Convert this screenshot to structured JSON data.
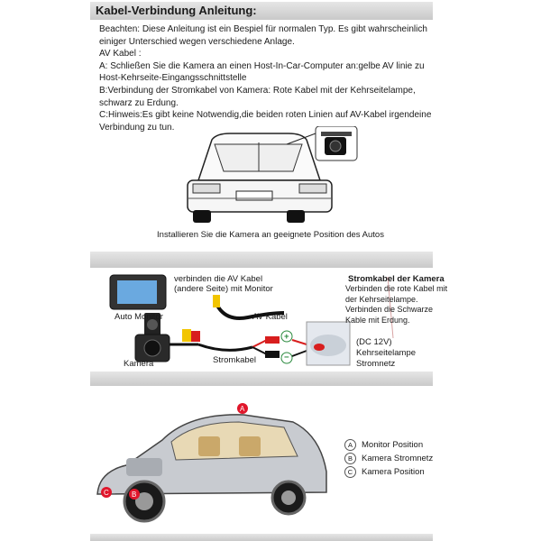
{
  "header": {
    "title": "Kabel-Verbindung Anleitung:"
  },
  "intro": {
    "lines": [
      "Beachten: Diese Anleitung ist ein Bespiel für normalen Typ. Es gibt wahrscheinlich einiger Unterschied wegen verschiedene Anlage.",
      "AV Kabel :",
      "A: Schließen Sie die Kamera an einen Host-In-Car-Computer an:gelbe AV linie zu Host-Kehrseite-Eingangsschnittstelle",
      "B:Verbindung der Stromkabel von Kamera: Rote Kabel mit der Kehrseitelampe, schwarz zu Erdung.",
      "C:Hinweis:Es gibt keine Notwendig,die beiden roten Linien auf AV-Kabel irgendeine Verbindung zu tun."
    ]
  },
  "front_view": {
    "caption": "Installieren Sie die Kamera an geeignete Position des Autos"
  },
  "wiring": {
    "av_connect_label": "verbinden die AV Kabel (andere Seite) mit Monitor",
    "auto_monitor": "Auto Monitor",
    "av_kabel": "AV Kabel",
    "kamera": "Kamera",
    "stromkabel": "Stromkabel",
    "plus": "+",
    "minus": "−",
    "power_title": "Stromkabel der Kamera",
    "power_note": "Verbinden die rote Kabel mit der Kehrseitelampe. Verbinden die Schwarze Kable mit Erdung.",
    "dc_label": "(DC 12V)",
    "lamp_label": "Kehrseitelampe",
    "stromnetz": "Stromnetz"
  },
  "side_view": {
    "markers": [
      "A",
      "B",
      "C"
    ],
    "legend": [
      {
        "letter": "A",
        "text": "Monitor Position"
      },
      {
        "letter": "B",
        "text": "Kamera Stromnetz"
      },
      {
        "letter": "C",
        "text": "Kamera Position"
      }
    ]
  },
  "colors": {
    "band": "#d4d4d4",
    "marker": "#e0162b",
    "av_wire": "#f2c500",
    "power_wire": "#d81e1e"
  }
}
